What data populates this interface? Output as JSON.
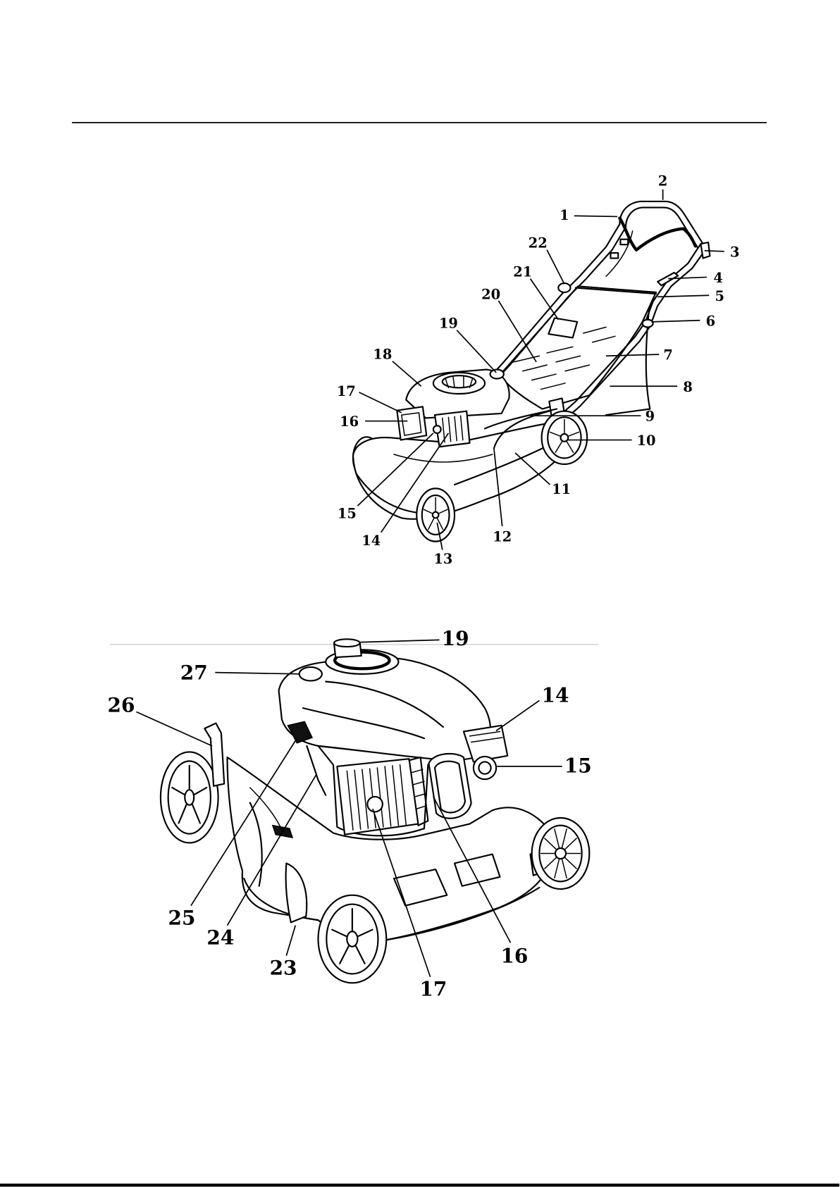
{
  "figure_top": {
    "callouts": [
      "1",
      "2",
      "3",
      "4",
      "5",
      "6",
      "7",
      "8",
      "9",
      "10",
      "11",
      "12",
      "13",
      "14",
      "15",
      "16",
      "17",
      "18",
      "19",
      "20",
      "21",
      "22"
    ]
  },
  "figure_front": {
    "callouts": [
      "14",
      "15",
      "16",
      "17",
      "19",
      "23",
      "24",
      "25",
      "26",
      "27"
    ]
  },
  "colors": {
    "line": "#000000",
    "background": "#ffffff"
  }
}
